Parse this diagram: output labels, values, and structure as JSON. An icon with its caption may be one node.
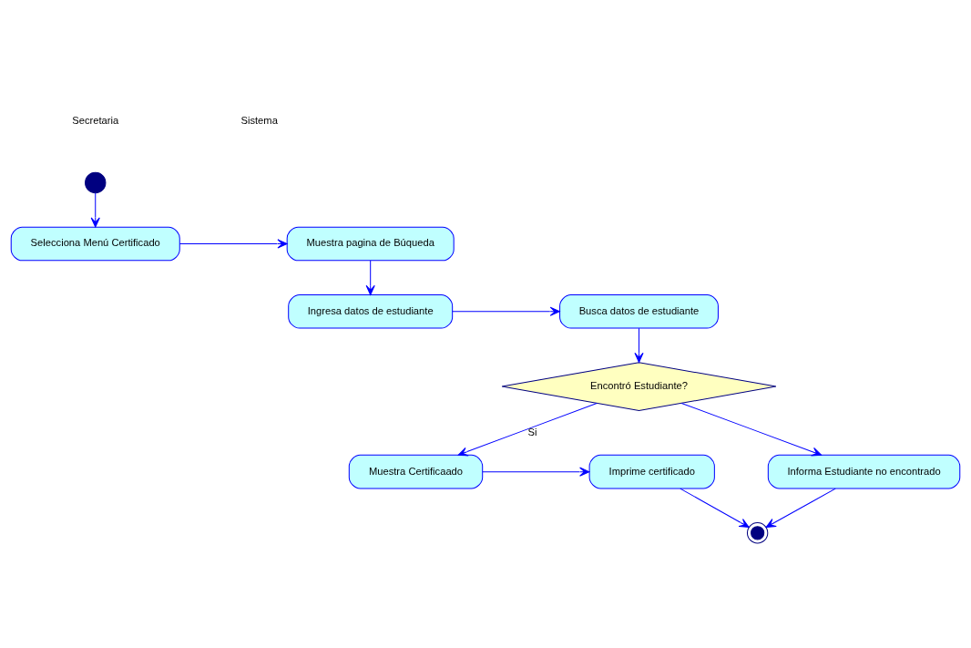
{
  "diagram": {
    "nodes": [
      {
        "text": [],
        "shape": "circle"
      },
      {
        "text": [
          "Selecciona Menú Certificado"
        ]
      },
      {
        "text": [
          "Muestra pagina de Búqueda"
        ]
      },
      {
        "text": [
          "Ingresa datos de estudiante"
        ]
      },
      {
        "text": [
          "Busca datos de estudiante"
        ]
      },
      {
        "text": [
          "Encontró Estudiante?"
        ]
      },
      {
        "text": [
          "Muestra Certificaado"
        ]
      },
      {
        "text": [
          "Imprime certificado"
        ]
      },
      {
        "text": [
          "Informa Estudiante no encontrado"
        ]
      },
      {
        "text": [],
        "shape": "circle"
      }
    ],
    "edges": [
      {
        "from": 0,
        "to": 1,
        "arrow": "to"
      },
      {
        "from": 1,
        "to": 2,
        "arrow": "to"
      },
      {
        "from": 2,
        "to": 3,
        "arrow": "to"
      },
      {
        "from": 3,
        "to": 4,
        "arrow": "to"
      },
      {
        "from": 4,
        "to": 5,
        "arrow": "to"
      },
      {
        "from": 5,
        "to": 6,
        "arrow": "to",
        "label": "Si"
      },
      {
        "from": 5,
        "to": 8,
        "arrow": "to"
      },
      {
        "from": 6,
        "to": 7,
        "arrow": "to"
      },
      {
        "from": 7,
        "to": 9,
        "arrow": "to"
      },
      {
        "from": 8,
        "to": 9,
        "arrow": "to"
      }
    ],
    "labels": [
      "Secretaria",
      "Sistema"
    ]
  }
}
